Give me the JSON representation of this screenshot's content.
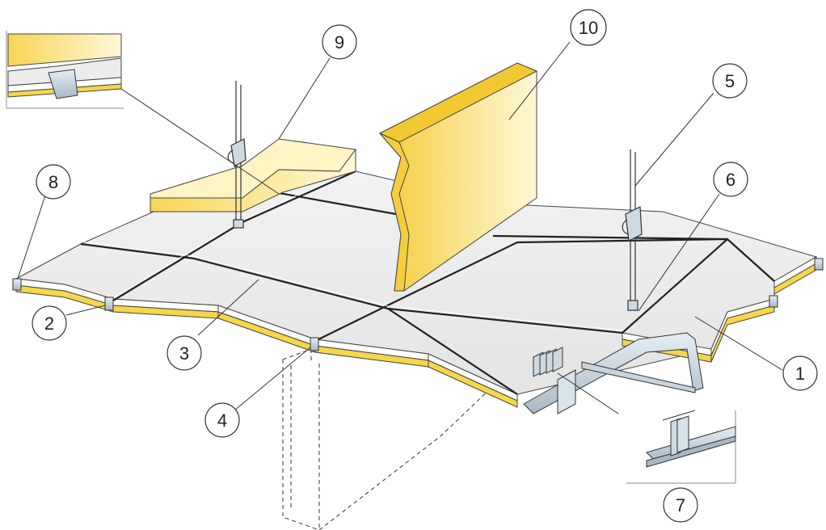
{
  "diagram": {
    "callouts": [
      {
        "id": "1",
        "label": "1"
      },
      {
        "id": "2",
        "label": "2"
      },
      {
        "id": "3",
        "label": "3"
      },
      {
        "id": "4",
        "label": "4"
      },
      {
        "id": "5",
        "label": "5"
      },
      {
        "id": "6",
        "label": "6"
      },
      {
        "id": "7",
        "label": "7"
      },
      {
        "id": "8",
        "label": "8"
      },
      {
        "id": "9",
        "label": "9"
      },
      {
        "id": "10",
        "label": "10"
      }
    ],
    "colors": {
      "tile_top": "#ececec",
      "tile_joint": "#2a2a2a",
      "insulation": "#f6d64a",
      "insulation_light": "#fff6c8",
      "profile_metal": "#b9c7d1",
      "outline": "#333333"
    }
  }
}
